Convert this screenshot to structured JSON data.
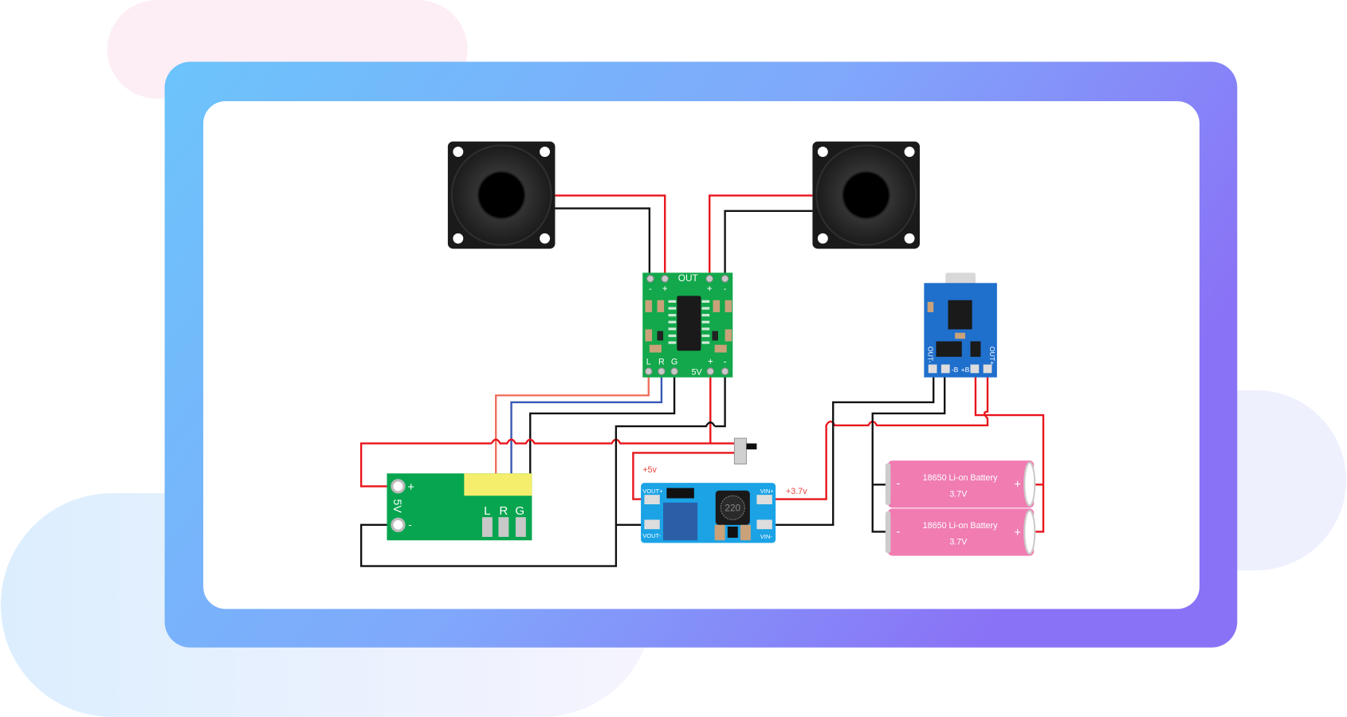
{
  "colors": {
    "red_wire": "#e8141b",
    "black_wire": "#111111",
    "left_wire": "#f0705e",
    "right_wire": "#3756b4",
    "amp_pcb": "#12a84b",
    "charger_pcb": "#1f6fcc",
    "bt_pcb": "#07a54f",
    "boost_pcb": "#1ba3e6",
    "battery": "#f07cb2"
  },
  "amplifier": {
    "out": "OUT",
    "out_l_minus": "-",
    "out_l_plus": "+",
    "out_r_plus": "+",
    "out_r_minus": "-",
    "in_l": "L",
    "in_r": "R",
    "in_g": "G",
    "power": "5V",
    "pwr_plus": "+",
    "pwr_minus": "-"
  },
  "charger": {
    "out_minus": "OUT-",
    "out_plus": "OUT+",
    "b_minus": "-B",
    "b_plus": "+B"
  },
  "bluetooth": {
    "plus": "+",
    "voltage": "5V",
    "minus": "-",
    "l": "L",
    "r": "R",
    "g": "G"
  },
  "boost": {
    "vout_plus": "VOUT+",
    "vout_minus": "VOUT-",
    "vin_plus": "VIN+",
    "vin_minus": "VIN-",
    "inductor": "220",
    "out_label": "+5v",
    "in_label": "+3.7v"
  },
  "batteries": [
    {
      "name": "18650 Li-on Battery",
      "voltage": "3.7V",
      "minus": "-",
      "plus": "+"
    },
    {
      "name": "18650 Li-on Battery",
      "voltage": "3.7V",
      "minus": "-",
      "plus": "+"
    }
  ]
}
